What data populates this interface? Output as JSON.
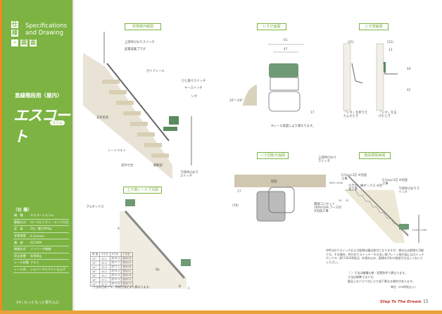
{
  "left_panel": {
    "tag_chars": [
      "仕",
      "様",
      "・",
      "図",
      "面"
    ],
    "title_en_1": "Specifications",
    "title_en_2": "and Drawing",
    "subtitle": "直線階段用〈屋内〉",
    "logo_text": "エスコート",
    "logo_sub": "スリム",
    "spec_heading": "〈仕 様〉",
    "spec_rows": [
      {
        "k": "機　種",
        "v": "エスコートスリム"
      },
      {
        "k": "駆動方式",
        "v": "ローラピニオン・ラック方式"
      },
      {
        "k": "定　員",
        "v": "1名／最大90kg"
      },
      {
        "k": "定格速度",
        "v": "6.2m/min"
      },
      {
        "k": "電　源",
        "v": "AC100V"
      },
      {
        "k": "制御方式",
        "v": "インバータ制御"
      },
      {
        "k": "停止装置",
        "v": "非常停止"
      },
      {
        "k": "レール材質",
        "v": "アルミ"
      },
      {
        "k": "レール色",
        "v": "シルバーアルマイト仕上げ"
      }
    ],
    "page_number": "14",
    "page_footer": "もっともっと街ちんに"
  },
  "diagrams": {
    "exterior": {
      "title": "昇降機外観図",
      "labels": [
        "上部呼びおりスイッチ",
        "起電収集プラグ",
        "ガイドレール",
        "ひじ掛けスイッチ",
        "キースイッチ",
        "いす",
        "支持金具",
        "シートベルト",
        "足のせ台",
        "駆動部",
        "下部呼びおりスイッチ"
      ]
    },
    "front": {
      "title": "いす正面図",
      "dims": [
        "61",
        "47",
        "20°〜50°",
        "17"
      ],
      "note": "※レール角度により異なります。"
    },
    "side": {
      "title": "いす側面図",
      "dims": [
        "(25)",
        "(52)",
        "13",
        "44",
        "42"
      ],
      "captions": [
        "「いす」を折りたたんだとき",
        "「いす」を広げたとき"
      ]
    },
    "plan": {
      "title": "いす回転平面図",
      "dims": [
        "17",
        "(78)"
      ],
      "wall_label": "壁面"
    },
    "wiring": {
      "title": "階段概配線図",
      "labels": [
        "上部呼びおりスイッチ",
        "0.5sq×3芯 ※別途工事",
        "引き出し線ボックス ※別途工事",
        "0.5sq×3芯 ※別途工事",
        "下部呼びおりスイッチ",
        "電源コンセント 100V/10A アース付 ※別途工事",
        "900〜1200",
        "1100〜1200",
        "20",
        "35"
      ],
      "notes": [
        "※呼びおりスイッチおよび配線は露出取付となりますが、埋め込み配線も可能です。その場合、呼びおりスイッチ一引き出し線プレート取付部にはスイッチボックス（JIS C8336相当）を埋め込み、配線を20cm程度引き出しておいてください。",
        "（ ）寸法は機種仕様・設置条件で異なります。",
        "寸法は標準寸法です。",
        "製品上のバラつきにより若干異なる場合があります。",
        "単位（cm四捨五入）"
      ]
    },
    "rail_end": {
      "title": "上下端レール寸法図",
      "labels": [
        "プルボックス",
        "A",
        "B",
        "C",
        "Bp"
      ],
      "table_header": [
        "角 度",
        "A寸法",
        "B寸法",
        "C寸法"
      ],
      "table_rows": [
        [
          "30°",
          "35.1",
          "約78.4",
          "約44.8"
        ],
        [
          "32°",
          "35.5",
          "約77.7",
          "約44.2"
        ],
        [
          "34°",
          "35.9",
          "約77.1",
          "約43.6"
        ],
        [
          "36°",
          "36.3",
          "約76.5",
          "約43.1"
        ],
        [
          "38°",
          "36.7",
          "約75.9",
          "約42.6"
        ],
        [
          "40°",
          "37.1",
          "約75.3",
          "約42.1"
        ],
        [
          "42°",
          "37.5",
          "約74.8",
          "約41.7"
        ]
      ],
      "note": "・寸法は目安です。現地寸法により異なります。"
    }
  },
  "right_footer": {
    "tagline": "Step To The Dream",
    "page_number": "15"
  }
}
